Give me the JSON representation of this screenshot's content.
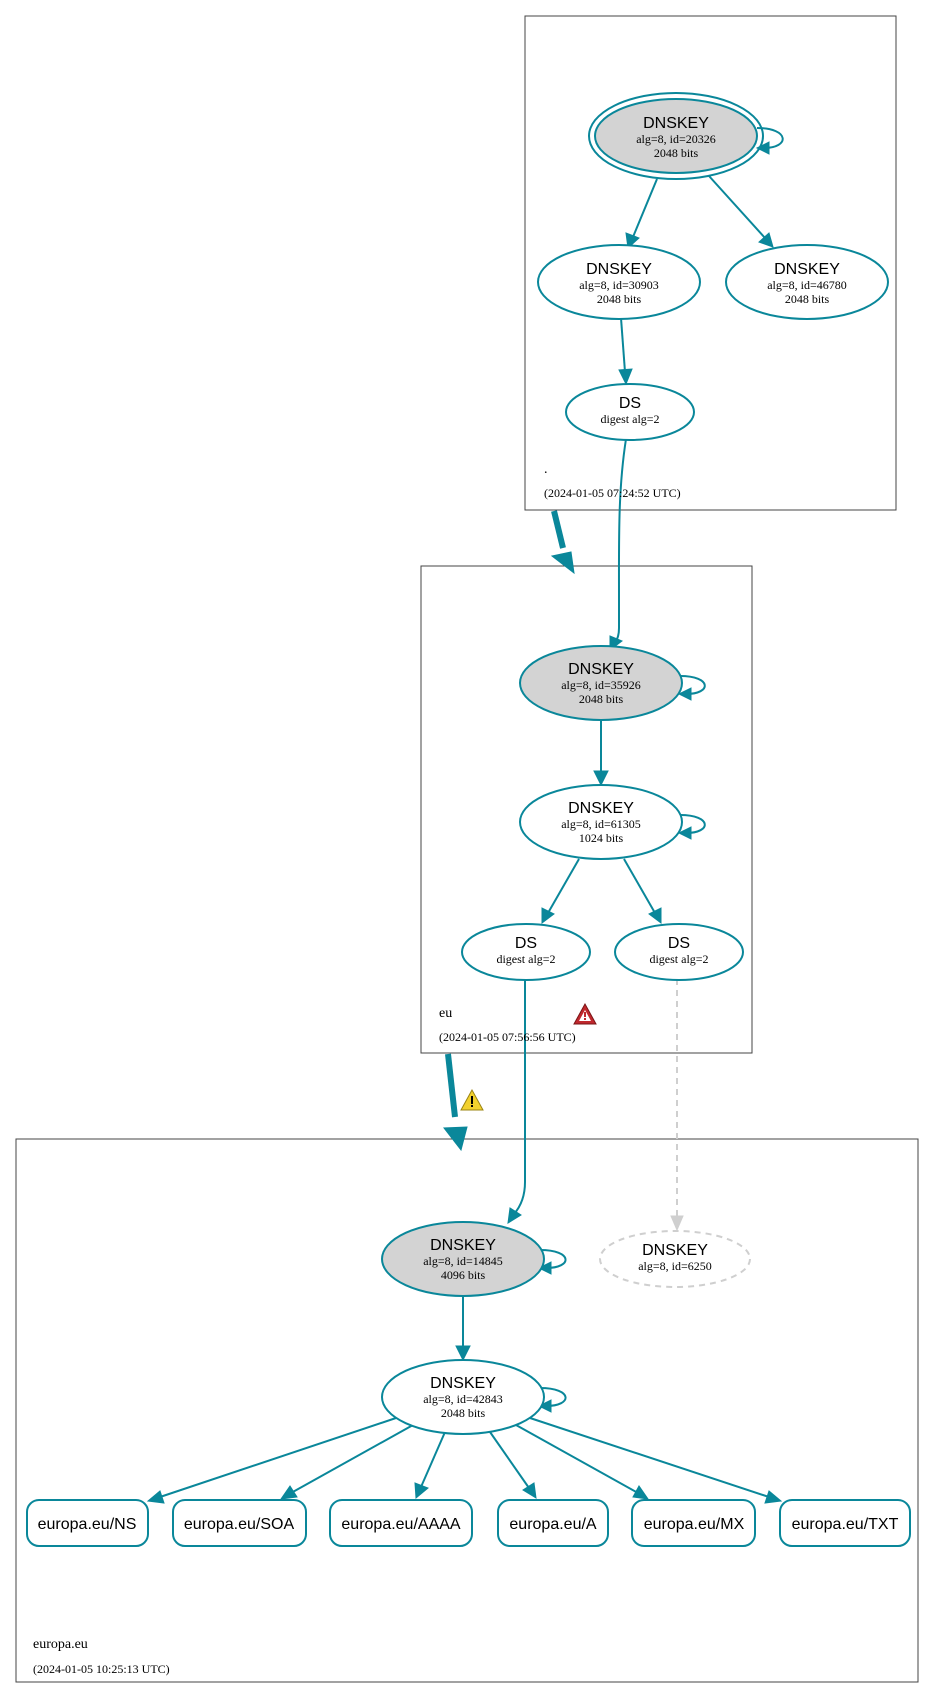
{
  "zones": {
    "root": {
      "name": ".",
      "time": "(2024-01-05 07:24:52 UTC)"
    },
    "eu": {
      "name": "eu",
      "time": "(2024-01-05 07:56:56 UTC)"
    },
    "europa": {
      "name": "europa.eu",
      "time": "(2024-01-05 10:25:13 UTC)"
    }
  },
  "nodes": {
    "k20326": {
      "title": "DNSKEY",
      "line1": "alg=8, id=20326",
      "line2": "2048 bits"
    },
    "k30903": {
      "title": "DNSKEY",
      "line1": "alg=8, id=30903",
      "line2": "2048 bits"
    },
    "k46780": {
      "title": "DNSKEY",
      "line1": "alg=8, id=46780",
      "line2": "2048 bits"
    },
    "dsRoot": {
      "title": "DS",
      "line1": "digest alg=2"
    },
    "k35926": {
      "title": "DNSKEY",
      "line1": "alg=8, id=35926",
      "line2": "2048 bits"
    },
    "k61305": {
      "title": "DNSKEY",
      "line1": "alg=8, id=61305",
      "line2": "1024 bits"
    },
    "dsEu1": {
      "title": "DS",
      "line1": "digest alg=2"
    },
    "dsEu2": {
      "title": "DS",
      "line1": "digest alg=2"
    },
    "k14845": {
      "title": "DNSKEY",
      "line1": "alg=8, id=14845",
      "line2": "4096 bits"
    },
    "k6250": {
      "title": "DNSKEY",
      "line1": "alg=8, id=6250"
    },
    "k42843": {
      "title": "DNSKEY",
      "line1": "alg=8, id=42843",
      "line2": "2048 bits"
    }
  },
  "rrsets": {
    "ns": "europa.eu/NS",
    "soa": "europa.eu/SOA",
    "aaaa": "europa.eu/AAAA",
    "a": "europa.eu/A",
    "mx": "europa.eu/MX",
    "txt": "europa.eu/TXT"
  },
  "colors": {
    "edge": "#0a879a",
    "sep_fill": "#d3d3d3",
    "missing": "#cfcfcf",
    "error": "#c0282d",
    "warning": "#f2d12e"
  },
  "icons": {
    "error": "error-triangle-icon",
    "warning": "warning-triangle-icon"
  }
}
